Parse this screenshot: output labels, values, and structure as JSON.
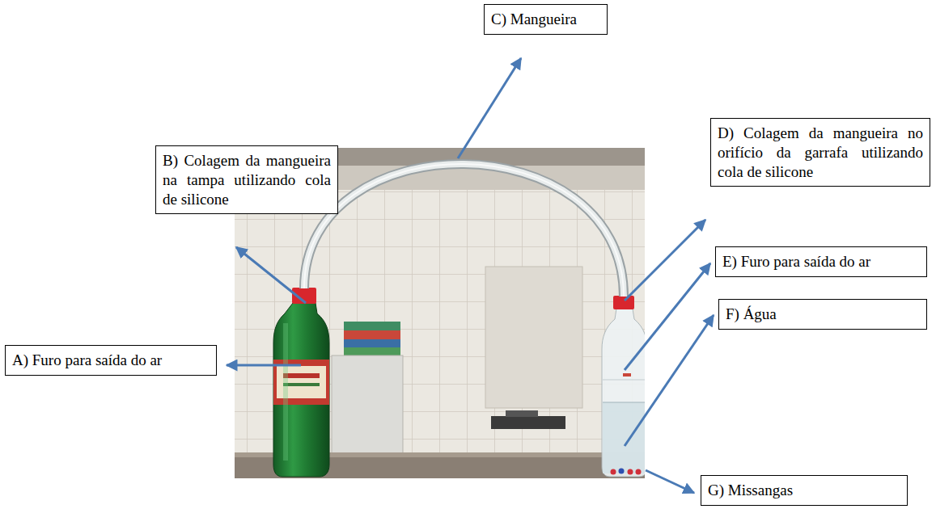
{
  "diagram": {
    "nodes": [
      {
        "text": [
          "C) Mangueira"
        ]
      },
      {
        "text": [
          "B) Colagem da mangueira na tampa utilizando cola de silicone"
        ]
      },
      {
        "text": [
          "D) Colagem da mangueira no orifício da garrafa utilizando cola de silicone"
        ]
      },
      {
        "text": [
          "A) Furo para saída do ar"
        ]
      },
      {
        "text": [
          "E) Furo para saída do ar"
        ]
      },
      {
        "text": [
          "F) Água"
        ]
      },
      {
        "text": [
          "G) Missangas"
        ]
      }
    ]
  }
}
